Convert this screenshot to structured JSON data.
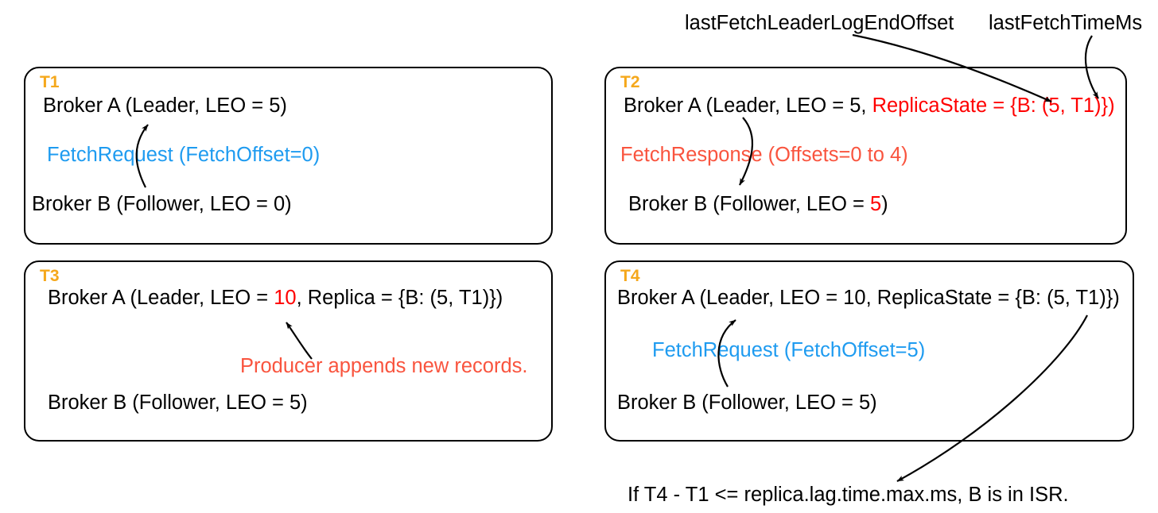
{
  "diagram": {
    "title": "Kafka follower fetch / ISR timeline",
    "colors": {
      "tag": "#F5A81C",
      "red": "#FF0000",
      "coral": "#F9543E",
      "blue": "#1E9BF0",
      "stroke": "#000000",
      "background": "#FFFFFF"
    }
  },
  "callouts": {
    "last_fetch_leader_log_end_offset": "lastFetchLeaderLogEndOffset",
    "last_fetch_time_ms": "lastFetchTimeMs"
  },
  "caption": {
    "isr_rule": "If T4 - T1 <=  replica.lag.time.max.ms, B is in ISR."
  },
  "boxes": [
    {
      "tag": "T1",
      "broker_a": {
        "prefix": "Broker A (Leader, LEO = 5)",
        "highlight": "",
        "suffix": ""
      },
      "message": "FetchRequest (FetchOffset=0)",
      "message_color": "blue",
      "broker_b": {
        "prefix": "Broker B (Follower, LEO = 0)",
        "highlight": "",
        "suffix": ""
      }
    },
    {
      "tag": "T2",
      "broker_a": {
        "prefix": "Broker A (Leader, LEO = 5, ",
        "highlight": "ReplicaState = {B: (5, T1)}",
        "suffix": ")"
      },
      "message": "FetchResponse (Offsets=0 to 4)",
      "message_color": "coral",
      "broker_b": {
        "prefix": "Broker B (Follower, LEO = ",
        "highlight": "5",
        "suffix": ")"
      }
    },
    {
      "tag": "T3",
      "broker_a": {
        "prefix": "Broker A (Leader, LEO = ",
        "highlight": "10",
        "suffix": ", Replica = {B: (5, T1)})"
      },
      "message": "Producer appends new records.",
      "message_color": "coral",
      "broker_b": {
        "prefix": "Broker B (Follower, LEO = 5)",
        "highlight": "",
        "suffix": ""
      }
    },
    {
      "tag": "T4",
      "broker_a": {
        "prefix": "Broker A (Leader, LEO = 10, ReplicaState = {B: (5, T1)})",
        "highlight": "",
        "suffix": ""
      },
      "message": "FetchRequest (FetchOffset=5)",
      "message_color": "blue",
      "broker_b": {
        "prefix": "Broker B (Follower, LEO = 5)",
        "highlight": "",
        "suffix": ""
      }
    }
  ],
  "arrows": [
    {
      "name": "t1-fetch-request-arrow",
      "from": "Broker B",
      "to": "Broker A"
    },
    {
      "name": "t2-fetch-response-arrow",
      "from": "Broker A",
      "to": "Broker B"
    },
    {
      "name": "t3-producer-append-arrow",
      "from": "annotation",
      "to": "LEO = 10"
    },
    {
      "name": "t4-fetch-request-arrow",
      "from": "Broker B",
      "to": "Broker A"
    },
    {
      "name": "leader-log-end-offset-arrow",
      "from": "lastFetchLeaderLogEndOffset",
      "to": "ReplicaState offset value 5"
    },
    {
      "name": "last-fetch-time-arrow",
      "from": "lastFetchTimeMs",
      "to": "ReplicaState time value T1"
    },
    {
      "name": "isr-rule-arrow",
      "from": "T4 ReplicaState",
      "to": "ISR caption"
    }
  ]
}
